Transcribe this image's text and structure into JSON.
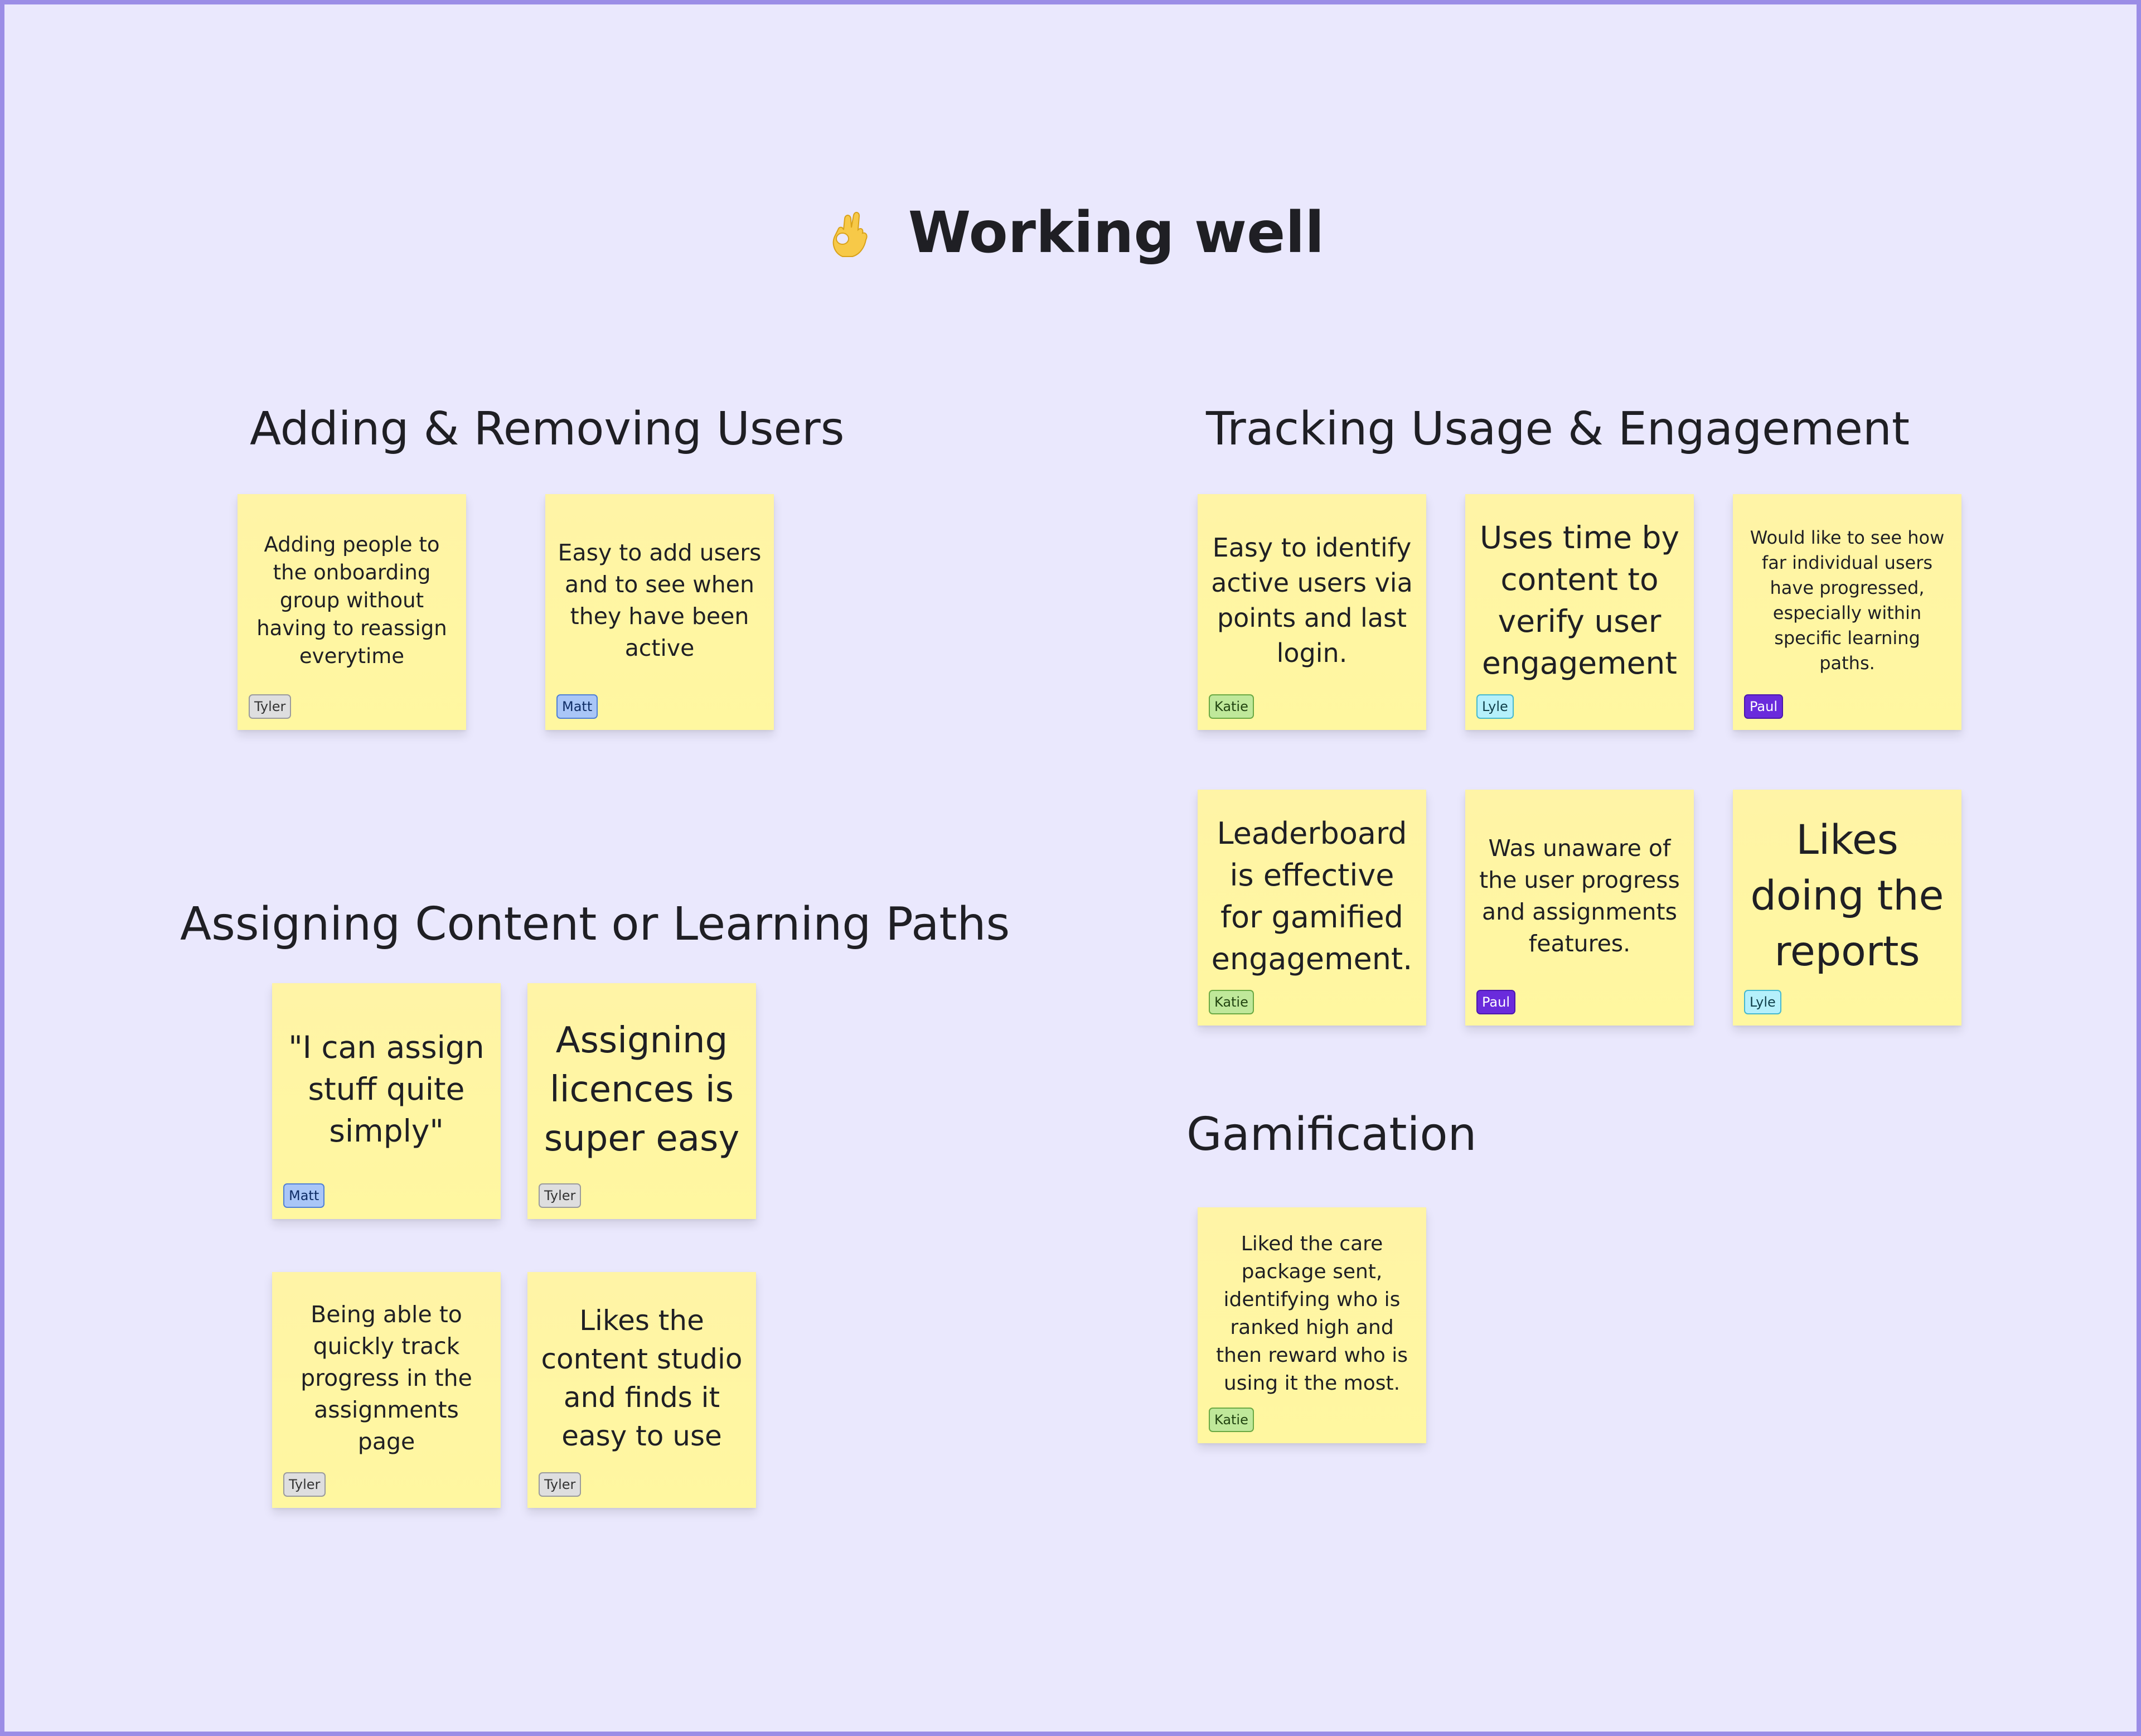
{
  "board": {
    "title": "Working well",
    "title_icon": "ok-hand-icon"
  },
  "sections": {
    "users": "Adding & Removing Users",
    "tracking": "Tracking Usage & Engagement",
    "assigning": "Assigning Content or Learning Paths",
    "gamification": "Gamification"
  },
  "notes": {
    "n1": {
      "text": "Adding people to the onboarding group without having to reassign everytime",
      "author": "Tyler"
    },
    "n2": {
      "text": "Easy to add users and to see when they have been active",
      "author": "Matt"
    },
    "n3": {
      "text": "Easy to identify active users via points and last login.",
      "author": "Katie"
    },
    "n4": {
      "text": "Uses time by content to verify user engagement",
      "author": "Lyle"
    },
    "n5": {
      "text": "Would like to see how far individual users have progressed, especially within specific learning paths.",
      "author": "Paul"
    },
    "n6": {
      "text": "Leaderboard is effective for gamified engagement.",
      "author": "Katie"
    },
    "n7": {
      "text": "Was unaware of the user progress and assignments features.",
      "author": "Paul"
    },
    "n8": {
      "text": "Likes doing the reports",
      "author": "Lyle"
    },
    "n9": {
      "text": "\"I can assign stuff quite simply\"",
      "author": "Matt"
    },
    "n10": {
      "text": "Assigning licences is super easy",
      "author": "Tyler"
    },
    "n11": {
      "text": "Being able to quickly track progress in the assignments page",
      "author": "Tyler"
    },
    "n12": {
      "text": "Likes the content studio and finds it easy to use",
      "author": "Tyler"
    },
    "n13": {
      "text": "Liked the care package sent, identifying who is ranked high and then reward who is using it the most.",
      "author": "Katie"
    }
  },
  "colors": {
    "board_bg": "#eae8fd",
    "board_border": "#9b8de6",
    "sticky": "#fff4a6"
  }
}
